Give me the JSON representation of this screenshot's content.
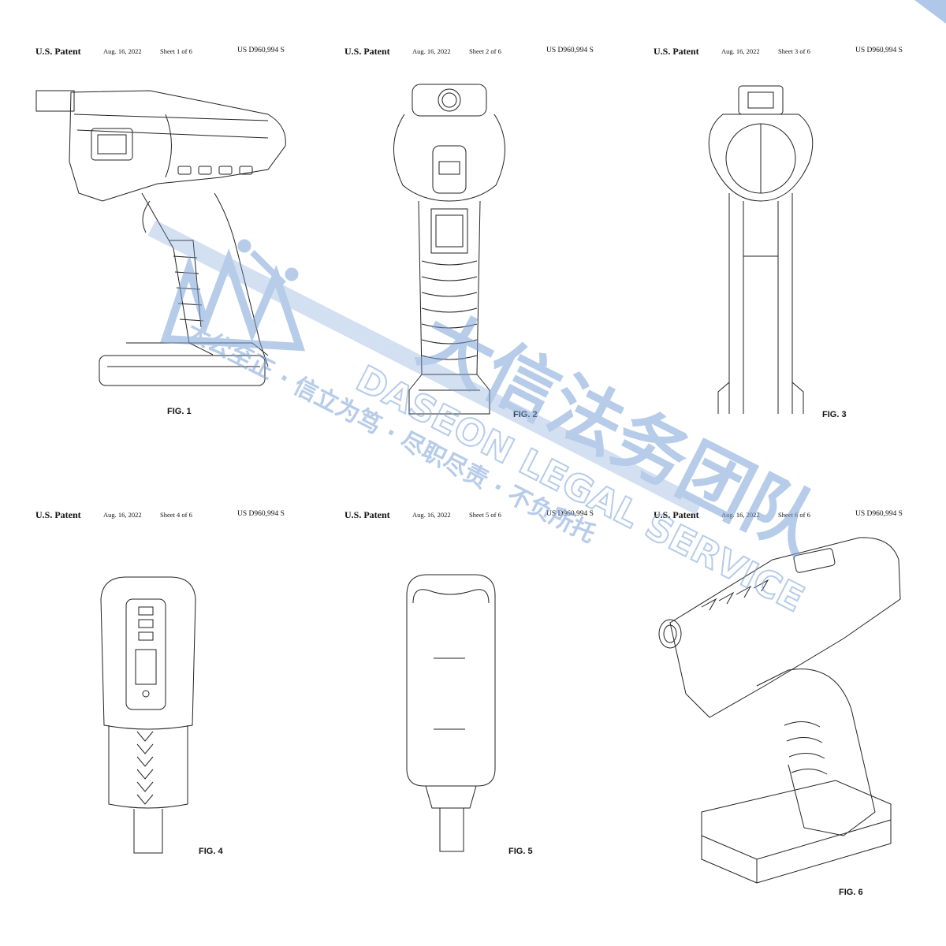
{
  "sheets": [
    {
      "patent": "U.S. Patent",
      "date": "Aug. 16, 2022",
      "sheet": "Sheet 1 of 6",
      "number": "US D960,994 S",
      "fig": "FIG. 1"
    },
    {
      "patent": "U.S. Patent",
      "date": "Aug. 16, 2022",
      "sheet": "Sheet 2 of 6",
      "number": "US D960,994 S",
      "fig": "FIG. 2"
    },
    {
      "patent": "U.S. Patent",
      "date": "Aug. 16, 2022",
      "sheet": "Sheet 3 of 6",
      "number": "US D960,994 S",
      "fig": "FIG. 3"
    },
    {
      "patent": "U.S. Patent",
      "date": "Aug. 16, 2022",
      "sheet": "Sheet 4 of 6",
      "number": "US D960,994 S",
      "fig": "FIG. 4"
    },
    {
      "patent": "U.S. Patent",
      "date": "Aug. 16, 2022",
      "sheet": "Sheet 5 of 6",
      "number": "US D960,994 S",
      "fig": "FIG. 5"
    },
    {
      "patent": "U.S. Patent",
      "date": "Aug. 16, 2022",
      "sheet": "Sheet 6 of 6",
      "number": "US D960,994 S",
      "fig": "FIG. 6"
    }
  ],
  "watermark": {
    "chinese_name": "大信法务团队",
    "english_name": "DASEON LEGAL SERVICE",
    "slogan": "大公至正 · 信立为笃 · 尽职尽责 · 不负所托",
    "color": "#7aa2d8"
  }
}
